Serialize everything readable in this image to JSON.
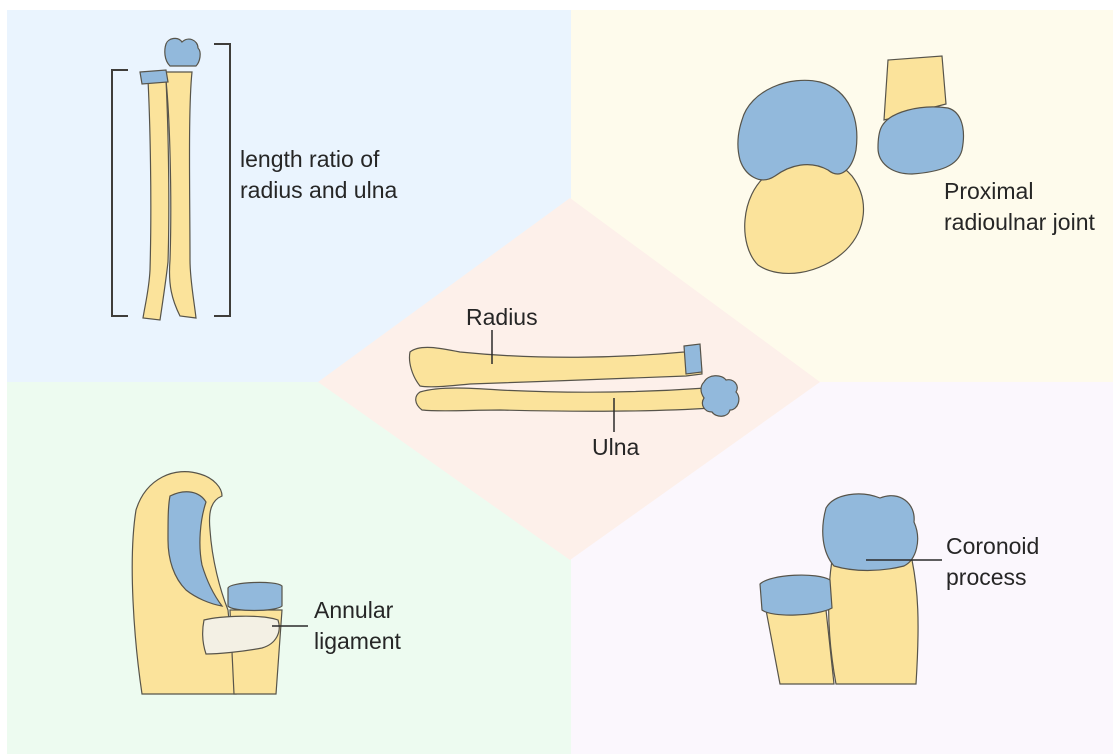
{
  "colors": {
    "panel_top_left": "#eaf4fe",
    "panel_top_right": "#fefbec",
    "panel_bottom_left": "#edfbf0",
    "panel_bottom_right": "#fbf7fd",
    "panel_center": "#fdf0ea",
    "bone": "#fbe39b",
    "bone_outline": "#57544a",
    "cartilage": "#92b9dc",
    "ligament": "#f3f0e4"
  },
  "labels": {
    "length_ratio": [
      "length ratio of",
      "radius and ulna"
    ],
    "proximal_joint": [
      "Proximal",
      "radioulnar joint"
    ],
    "radius": "Radius",
    "ulna": "Ulna",
    "coronoid": [
      "Coronoid",
      "process"
    ],
    "annular": [
      "Annular",
      "ligament"
    ]
  }
}
